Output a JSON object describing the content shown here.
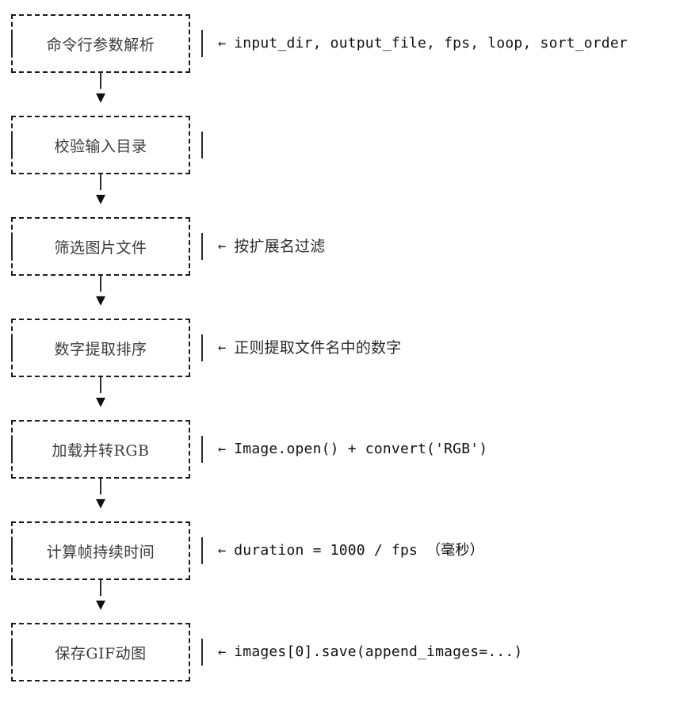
{
  "diagram": {
    "type": "ascii-flowchart",
    "orientation": "vertical",
    "background_color": "#ffffff",
    "line_color": "#1d1d1d",
    "box_label_color": "#3b3b3b",
    "connector_glyph": "▼",
    "annotation_arrow_glyph": "←",
    "step_count": 7
  },
  "steps": [
    {
      "label": "命令行参数解析",
      "arrow": "←",
      "annotation": "input_dir, output_file, fps, loop, sort_order",
      "annotation_is_cjk": false,
      "has_annotation": true,
      "has_connector": true
    },
    {
      "label": "校验输入目录",
      "arrow": "←",
      "annotation": "",
      "annotation_is_cjk": false,
      "has_annotation": false,
      "has_connector": true
    },
    {
      "label": "筛选图片文件",
      "arrow": "←",
      "annotation": "按扩展名过滤",
      "annotation_is_cjk": true,
      "has_annotation": true,
      "has_connector": true
    },
    {
      "label": "数字提取排序",
      "arrow": "←",
      "annotation": "正则提取文件名中的数字",
      "annotation_is_cjk": true,
      "has_annotation": true,
      "has_connector": true
    },
    {
      "label": "加载并转RGB",
      "arrow": "←",
      "annotation": "Image.open() + convert('RGB')",
      "annotation_is_cjk": false,
      "has_annotation": true,
      "has_connector": true
    },
    {
      "label": "计算帧持续时间",
      "arrow": "←",
      "annotation": "duration = 1000 / fps （毫秒）",
      "annotation_is_cjk": false,
      "has_annotation": true,
      "has_connector": true
    },
    {
      "label": "保存GIF动图",
      "arrow": "←",
      "annotation": "images[0].save(append_images=...)",
      "annotation_is_cjk": false,
      "has_annotation": true,
      "has_connector": false
    }
  ]
}
